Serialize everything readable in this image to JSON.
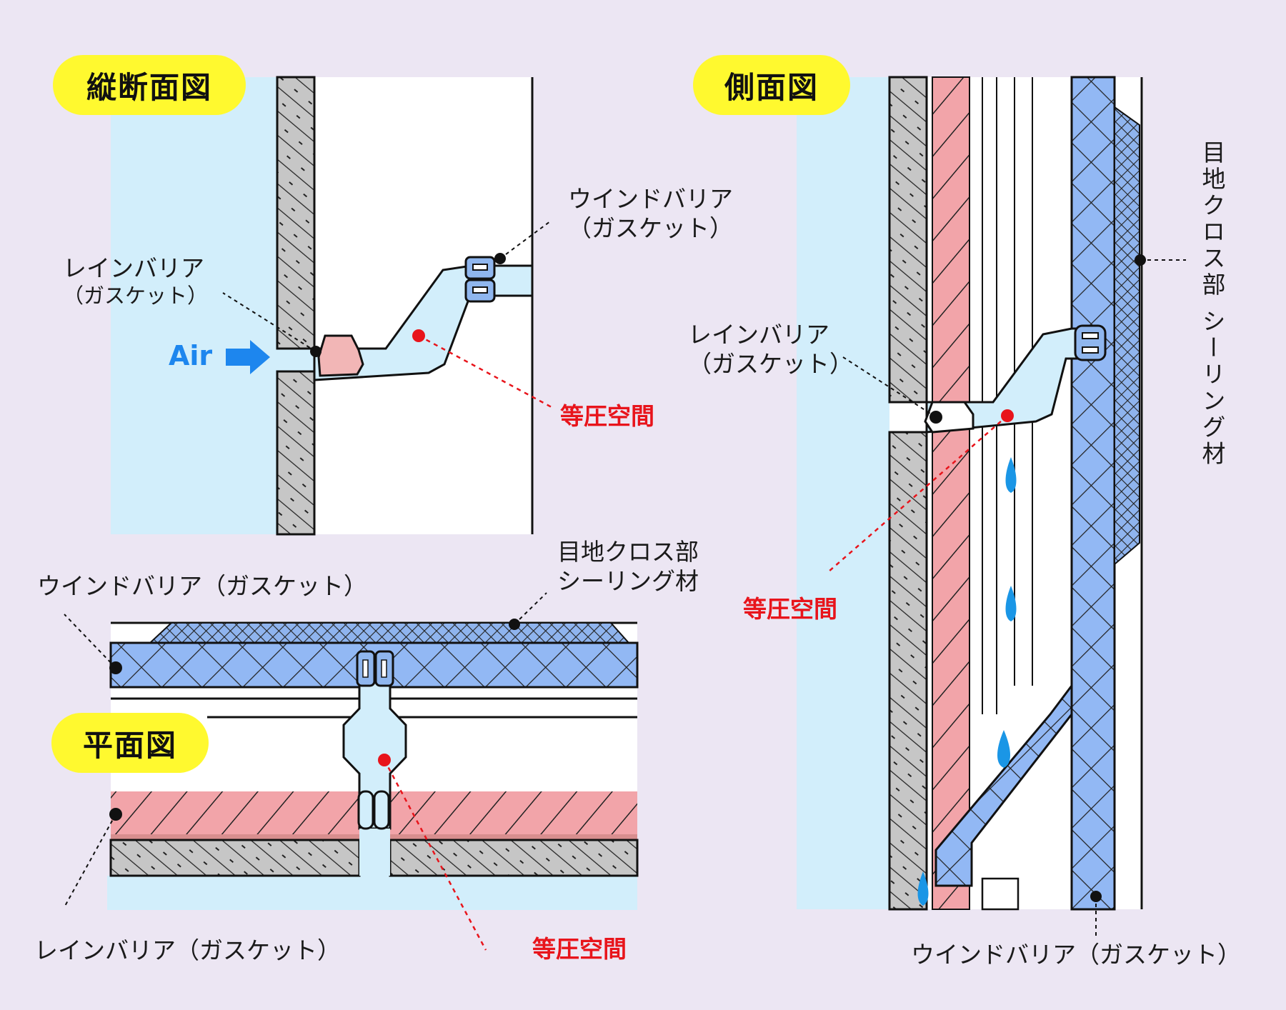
{
  "colors": {
    "background": "#ece6f3",
    "outdoor_air": "#d2eefb",
    "badge": "#fff92f",
    "concrete": "#c6c6c6",
    "insulation": "#f2a4a9",
    "window_barrier": "#92b8f4",
    "gasket": "#8fb6ee",
    "pressure_space_text": "#e8141b",
    "air_arrow": "#1d86ee",
    "water_drop": "#1a96e6"
  },
  "panels": {
    "vertical_section": {
      "title": "縦断面図",
      "air_label": "Air",
      "labels": {
        "wind_barrier": [
          "ウインドバリア",
          "（ガスケット）"
        ],
        "rain_barrier": [
          "レインバリア",
          "（ガスケット）"
        ],
        "pressure_space": "等圧空間"
      }
    },
    "plan_view": {
      "title": "平面図",
      "labels": {
        "wind_barrier": "ウインドバリア（ガスケット）",
        "joint_cross_sealant": [
          "目地クロス部",
          "シーリング材"
        ],
        "rain_barrier": "レインバリア（ガスケット）",
        "pressure_space": "等圧空間"
      }
    },
    "side_view": {
      "title": "側面図",
      "labels": {
        "rain_barrier": [
          "レインバリア",
          "（ガスケット）"
        ],
        "pressure_space": "等圧空間",
        "joint_cross_sealant": "目地クロス部 シーリング材",
        "wind_barrier": "ウインドバリア（ガスケット）"
      }
    }
  }
}
